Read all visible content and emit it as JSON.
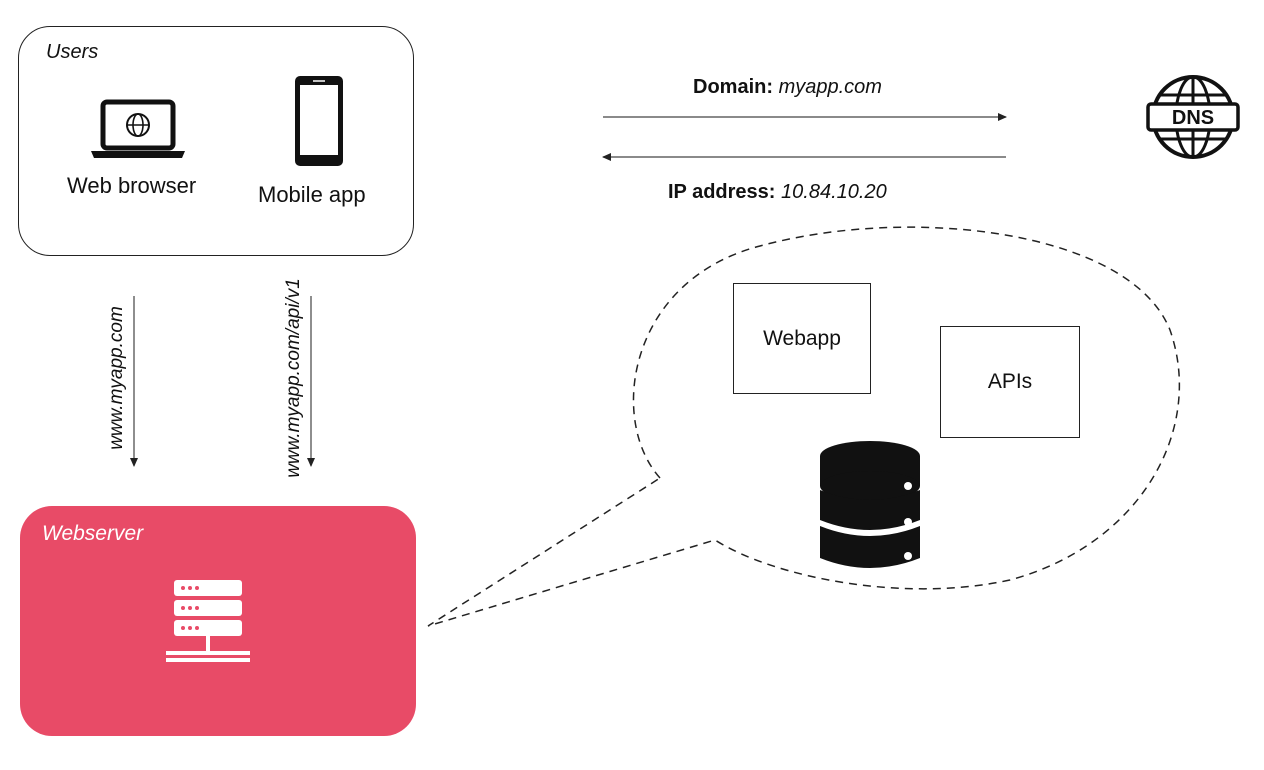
{
  "users": {
    "title": "Users",
    "web_browser_label": "Web browser",
    "mobile_app_label": "Mobile app"
  },
  "requests": {
    "web_url": "www.myapp.com",
    "api_url": "www.myapp.com/api/v1"
  },
  "webserver": {
    "title": "Webserver"
  },
  "dns": {
    "domain_key": "Domain:",
    "domain_value": "myapp.com",
    "ip_key": "IP address:",
    "ip_value": "10.84.10.20",
    "icon_text": "DNS"
  },
  "server_contents": {
    "webapp_label": "Webapp",
    "apis_label": "APIs"
  },
  "colors": {
    "webserver_fill": "#e84b67",
    "line": "#222222"
  }
}
